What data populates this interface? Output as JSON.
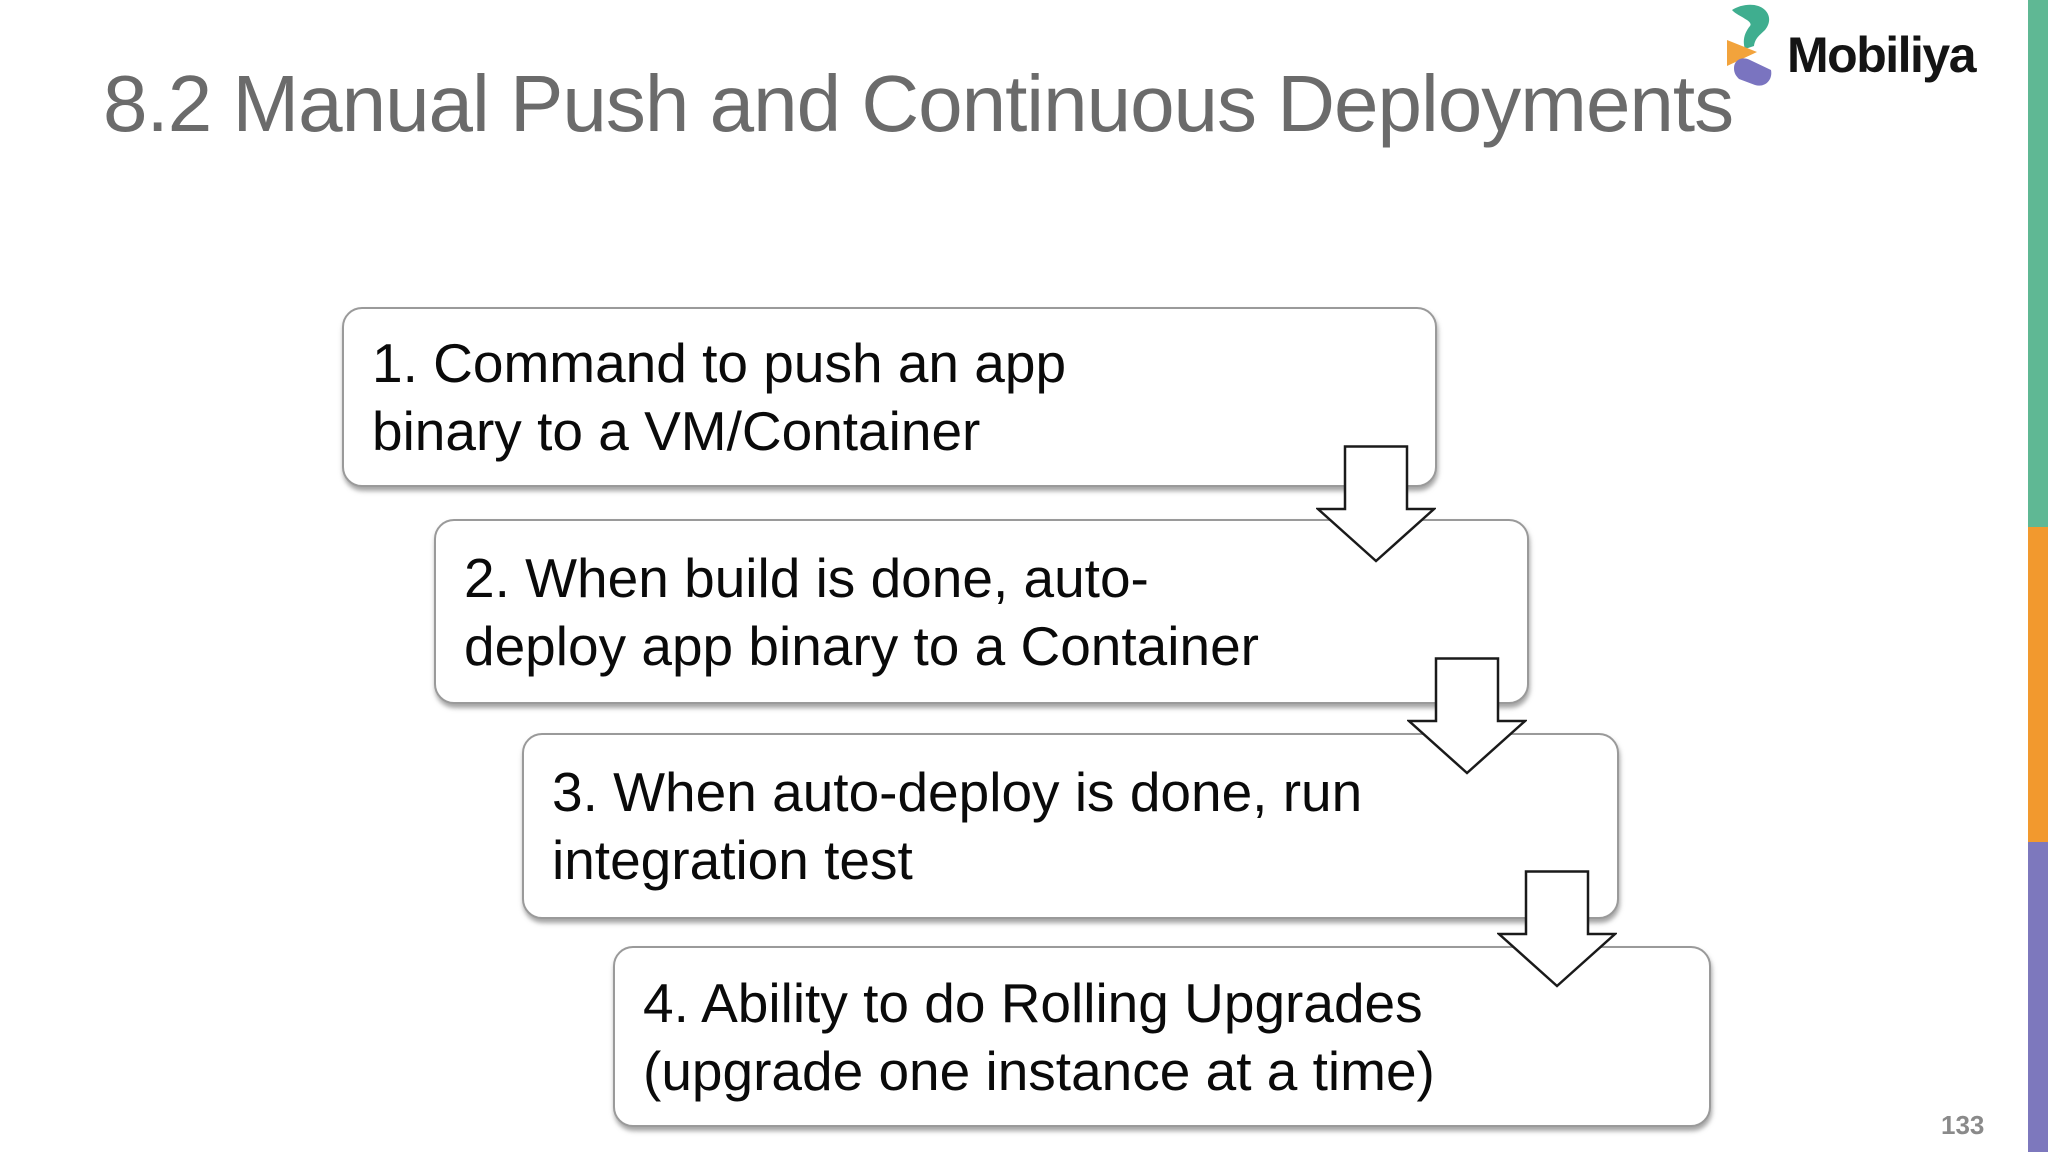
{
  "slide": {
    "title": "8.2 Manual Push and Continuous Deployments",
    "page_number": "133",
    "background_color": "#FFFFFF",
    "title_color": "#6B6B6B"
  },
  "logo": {
    "text": "Mobiliya",
    "mark_colors": {
      "teal": "#3FAE8F",
      "orange": "#F2A33C",
      "purple": "#7A74C0"
    }
  },
  "flow_steps": [
    {
      "label": "1. Command to push an app\nbinary to a VM/Container"
    },
    {
      "label": "2. When build is done, auto-\ndeploy app binary to a Container"
    },
    {
      "label": "3. When auto-deploy is done, run\nintegration test"
    },
    {
      "label": "4. Ability to do Rolling Upgrades\n(upgrade one instance at a time)"
    }
  ],
  "side_stripe": {
    "colors": [
      "#5FB894",
      "#F2992E",
      "#7D78BD"
    ]
  }
}
